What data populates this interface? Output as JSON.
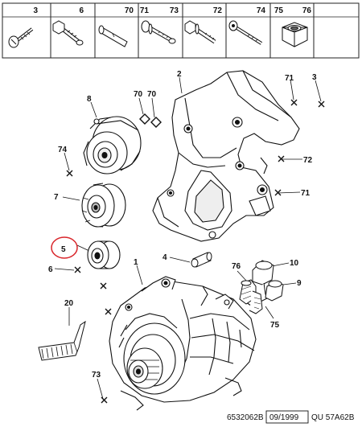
{
  "parts_strip": [
    {
      "ref": "3",
      "icon": "short-screw-icon"
    },
    {
      "ref": "6",
      "icon": "hex-bolt-icon"
    },
    {
      "ref": "70",
      "icon": "dowel-pin-icon"
    },
    {
      "ref": "71",
      "icon": "flange-bolt-icon"
    },
    {
      "ref": "73",
      "icon": "flange-bolt-icon"
    },
    {
      "ref": "72",
      "icon": "long-flange-bolt-icon"
    },
    {
      "ref": "74",
      "icon": "long-screw-icon"
    },
    {
      "ref": "75",
      "icon": "nut-icon"
    },
    {
      "ref": "76",
      "icon": "nut-icon"
    }
  ],
  "callouts": {
    "c2": "2",
    "c71a": "71",
    "c3": "3",
    "c70": "70",
    "c70b": "70",
    "c8": "8",
    "c74": "74",
    "c72": "72",
    "c7": "7",
    "c71b": "71",
    "c5": "5",
    "c6": "6",
    "c4": "4",
    "c1": "1",
    "c76": "76",
    "c10": "10",
    "c9": "9",
    "c75": "75",
    "c20": "20",
    "c73": "73"
  },
  "highlight_color": "#d9262b",
  "footer": {
    "ref_code": "6532062B",
    "date": "09/1999",
    "model_code": "QU 57A62B"
  }
}
